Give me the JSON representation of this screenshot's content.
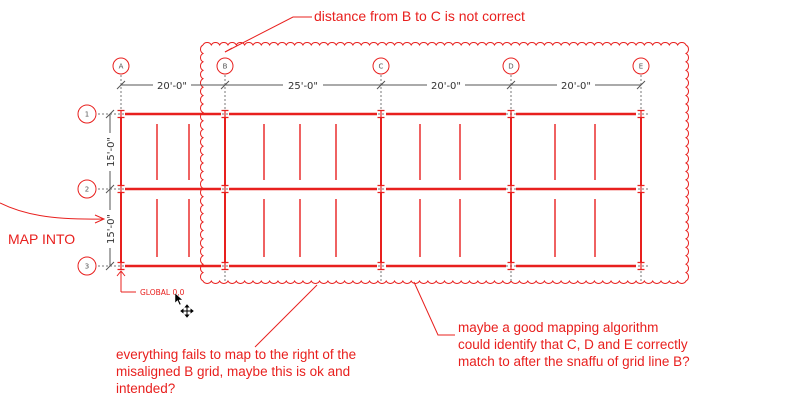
{
  "colors": {
    "accent": "#e8201e",
    "line": "#5a5a5a"
  },
  "grid": {
    "columns": [
      "A",
      "B",
      "C",
      "D",
      "E"
    ],
    "rows": [
      "1",
      "2",
      "3"
    ],
    "dims_x": [
      "20'-0\"",
      "25'-0\"",
      "20'-0\"",
      "20'-0\""
    ],
    "dims_y": [
      "15'-0\"",
      "15'-0\""
    ],
    "origin_label": "GLOBAL 0,0"
  },
  "annotations": {
    "b_to_c": "distance from B to C is not correct",
    "map_into": "MAP INTO",
    "everything_fails": [
      "everything fails to map to the right of the",
      "misaligned B grid, maybe this is ok and",
      "intended?"
    ],
    "mapping_algorithm": [
      "maybe a good mapping algorithm",
      "could identify that C, D and E correctly",
      "match to after the snaffu of grid line B?"
    ]
  }
}
